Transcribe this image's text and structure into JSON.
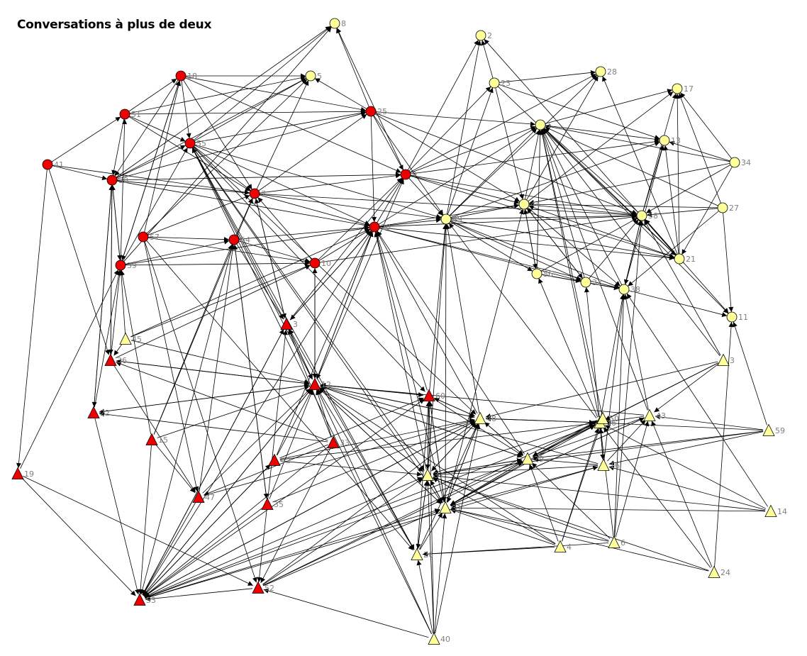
{
  "title": "Conversations à plus de deux",
  "colors": {
    "red": "#ee0000",
    "yellow": "#ffff99",
    "stroke": "#000000",
    "label": "#808080",
    "edge": "#000000"
  },
  "nodes": [
    {
      "id": "8",
      "shape": "circle",
      "color": "yellow"
    },
    {
      "id": "2",
      "shape": "circle",
      "color": "yellow"
    },
    {
      "id": "28",
      "shape": "circle",
      "color": "yellow"
    },
    {
      "id": "17",
      "shape": "circle",
      "color": "yellow"
    },
    {
      "id": "23",
      "shape": "circle",
      "color": "yellow"
    },
    {
      "id": "1",
      "shape": "circle",
      "color": "yellow"
    },
    {
      "id": "13",
      "shape": "circle",
      "color": "yellow"
    },
    {
      "id": "34",
      "shape": "circle",
      "color": "yellow"
    },
    {
      "id": "27",
      "shape": "circle",
      "color": "yellow"
    },
    {
      "id": "44",
      "shape": "circle",
      "color": "yellow"
    },
    {
      "id": "49",
      "shape": "circle",
      "color": "yellow"
    },
    {
      "id": "58",
      "shape": "circle",
      "color": "yellow"
    },
    {
      "id": "21",
      "shape": "circle",
      "color": "yellow"
    },
    {
      "id": "56",
      "shape": "circle",
      "color": "yellow"
    },
    {
      "id": "32",
      "shape": "circle",
      "color": "yellow"
    },
    {
      "id": "38",
      "shape": "circle",
      "color": "yellow"
    },
    {
      "id": "11",
      "shape": "circle",
      "color": "yellow"
    },
    {
      "id": "5",
      "shape": "circle",
      "color": "yellow"
    },
    {
      "id": "18",
      "shape": "circle",
      "color": "red"
    },
    {
      "id": "51",
      "shape": "circle",
      "color": "red"
    },
    {
      "id": "25",
      "shape": "circle",
      "color": "red"
    },
    {
      "id": "55",
      "shape": "circle",
      "color": "red"
    },
    {
      "id": "41",
      "shape": "circle",
      "color": "red"
    },
    {
      "id": "30",
      "shape": "circle",
      "color": "red"
    },
    {
      "id": "7",
      "shape": "circle",
      "color": "red"
    },
    {
      "id": "9",
      "shape": "circle",
      "color": "red"
    },
    {
      "id": "20",
      "shape": "circle",
      "color": "red"
    },
    {
      "id": "57",
      "shape": "circle",
      "color": "red"
    },
    {
      "id": "54",
      "shape": "circle",
      "color": "red"
    },
    {
      "id": "39",
      "shape": "circle",
      "color": "red"
    },
    {
      "id": "10",
      "shape": "circle",
      "color": "red"
    },
    {
      "id": "3",
      "shape": "triangle",
      "color": "red"
    },
    {
      "id": "36",
      "shape": "triangle",
      "color": "red"
    },
    {
      "id": "12",
      "shape": "triangle",
      "color": "red"
    },
    {
      "id": "60",
      "shape": "triangle",
      "color": "red"
    },
    {
      "id": "22",
      "shape": "triangle",
      "color": "red"
    },
    {
      "id": "15",
      "shape": "triangle",
      "color": "red"
    },
    {
      "id": "33",
      "shape": "triangle",
      "color": "red"
    },
    {
      "id": "19",
      "shape": "triangle",
      "color": "red"
    },
    {
      "id": "42",
      "shape": "triangle",
      "color": "red"
    },
    {
      "id": "47",
      "shape": "triangle",
      "color": "red"
    },
    {
      "id": "35",
      "shape": "triangle",
      "color": "red"
    },
    {
      "id": "53",
      "shape": "triangle",
      "color": "red"
    },
    {
      "id": "52",
      "shape": "triangle",
      "color": "red"
    },
    {
      "id": "46",
      "shape": "triangle",
      "color": "yellow"
    },
    {
      "id": "48",
      "shape": "triangle",
      "color": "yellow"
    },
    {
      "id": "50",
      "shape": "triangle",
      "color": "yellow"
    },
    {
      "id": "43",
      "shape": "triangle",
      "color": "yellow"
    },
    {
      "id": "59",
      "shape": "triangle",
      "color": "yellow"
    },
    {
      "id": "3b",
      "label": "3",
      "shape": "triangle",
      "color": "yellow"
    },
    {
      "id": "29",
      "shape": "triangle",
      "color": "yellow"
    },
    {
      "id": "16",
      "shape": "triangle",
      "color": "yellow"
    },
    {
      "id": "37",
      "shape": "triangle",
      "color": "yellow"
    },
    {
      "id": "31",
      "shape": "triangle",
      "color": "yellow"
    },
    {
      "id": "14",
      "shape": "triangle",
      "color": "yellow"
    },
    {
      "id": "26",
      "shape": "triangle",
      "color": "yellow"
    },
    {
      "id": "4",
      "shape": "triangle",
      "color": "yellow"
    },
    {
      "id": "6",
      "shape": "triangle",
      "color": "yellow"
    },
    {
      "id": "24",
      "shape": "triangle",
      "color": "yellow"
    },
    {
      "id": "45",
      "shape": "triangle",
      "color": "yellow"
    },
    {
      "id": "40",
      "shape": "triangle",
      "color": "yellow"
    }
  ],
  "edges": [
    [
      "18",
      "5"
    ],
    [
      "18",
      "25"
    ],
    [
      "18",
      "55"
    ],
    [
      "18",
      "7"
    ],
    [
      "18",
      "30"
    ],
    [
      "18",
      "39"
    ],
    [
      "18",
      "9"
    ],
    [
      "51",
      "18"
    ],
    [
      "51",
      "55"
    ],
    [
      "51",
      "30"
    ],
    [
      "51",
      "7"
    ],
    [
      "51",
      "25"
    ],
    [
      "51",
      "5"
    ],
    [
      "41",
      "51"
    ],
    [
      "41",
      "30"
    ],
    [
      "41",
      "19"
    ],
    [
      "41",
      "36"
    ],
    [
      "41",
      "7"
    ],
    [
      "30",
      "8"
    ],
    [
      "30",
      "5"
    ],
    [
      "30",
      "25"
    ],
    [
      "30",
      "7"
    ],
    [
      "30",
      "9"
    ],
    [
      "30",
      "39"
    ],
    [
      "30",
      "36"
    ],
    [
      "30",
      "22"
    ],
    [
      "30",
      "20"
    ],
    [
      "30",
      "55"
    ],
    [
      "39",
      "8"
    ],
    [
      "39",
      "18"
    ],
    [
      "39",
      "55"
    ],
    [
      "39",
      "51"
    ],
    [
      "39",
      "10"
    ],
    [
      "39",
      "20"
    ],
    [
      "39",
      "30"
    ],
    [
      "39",
      "54"
    ],
    [
      "57",
      "5"
    ],
    [
      "57",
      "18"
    ],
    [
      "57",
      "7"
    ],
    [
      "57",
      "10"
    ],
    [
      "57",
      "54"
    ],
    [
      "57",
      "47"
    ],
    [
      "57",
      "52"
    ],
    [
      "57",
      "26"
    ],
    [
      "55",
      "8"
    ],
    [
      "55",
      "5"
    ],
    [
      "55",
      "25"
    ],
    [
      "55",
      "7"
    ],
    [
      "55",
      "20"
    ],
    [
      "7",
      "5"
    ],
    [
      "7",
      "25"
    ],
    [
      "7",
      "9"
    ],
    [
      "7",
      "20"
    ],
    [
      "7",
      "49"
    ],
    [
      "7",
      "3"
    ],
    [
      "7",
      "58"
    ],
    [
      "54",
      "7"
    ],
    [
      "54",
      "10"
    ],
    [
      "54",
      "20"
    ],
    [
      "54",
      "3"
    ],
    [
      "54",
      "53"
    ],
    [
      "54",
      "35"
    ],
    [
      "10",
      "7"
    ],
    [
      "10",
      "9"
    ],
    [
      "10",
      "20"
    ],
    [
      "10",
      "12"
    ],
    [
      "10",
      "58"
    ],
    [
      "25",
      "8"
    ],
    [
      "25",
      "5"
    ],
    [
      "25",
      "9"
    ],
    [
      "25",
      "20"
    ],
    [
      "25",
      "44"
    ],
    [
      "25",
      "1"
    ],
    [
      "25",
      "49"
    ],
    [
      "25",
      "58"
    ],
    [
      "9",
      "8"
    ],
    [
      "9",
      "2"
    ],
    [
      "9",
      "23"
    ],
    [
      "9",
      "49"
    ],
    [
      "9",
      "21"
    ],
    [
      "9",
      "44"
    ],
    [
      "9",
      "58"
    ],
    [
      "9",
      "13"
    ],
    [
      "9",
      "1"
    ],
    [
      "9",
      "28"
    ],
    [
      "20",
      "9"
    ],
    [
      "20",
      "49"
    ],
    [
      "20",
      "58"
    ],
    [
      "20",
      "44"
    ],
    [
      "20",
      "21"
    ],
    [
      "20",
      "1"
    ],
    [
      "20",
      "32"
    ],
    [
      "20",
      "38"
    ],
    [
      "20",
      "12"
    ],
    [
      "20",
      "3"
    ],
    [
      "49",
      "2"
    ],
    [
      "49",
      "23"
    ],
    [
      "49",
      "21"
    ],
    [
      "49",
      "44"
    ],
    [
      "49",
      "58"
    ],
    [
      "49",
      "1"
    ],
    [
      "49",
      "56"
    ],
    [
      "49",
      "32"
    ],
    [
      "49",
      "38"
    ],
    [
      "49",
      "13"
    ],
    [
      "49",
      "28"
    ],
    [
      "23",
      "2"
    ],
    [
      "23",
      "28"
    ],
    [
      "23",
      "21"
    ],
    [
      "23",
      "44"
    ],
    [
      "23",
      "13"
    ],
    [
      "21",
      "2"
    ],
    [
      "21",
      "28"
    ],
    [
      "21",
      "17"
    ],
    [
      "21",
      "13"
    ],
    [
      "21",
      "44"
    ],
    [
      "21",
      "58"
    ],
    [
      "21",
      "1"
    ],
    [
      "44",
      "28"
    ],
    [
      "44",
      "17"
    ],
    [
      "44",
      "58"
    ],
    [
      "44",
      "1"
    ],
    [
      "44",
      "56"
    ],
    [
      "44",
      "32"
    ],
    [
      "44",
      "38"
    ],
    [
      "58",
      "17"
    ],
    [
      "58",
      "13"
    ],
    [
      "58",
      "1"
    ],
    [
      "58",
      "38"
    ],
    [
      "58",
      "11"
    ],
    [
      "34",
      "17"
    ],
    [
      "34",
      "13"
    ],
    [
      "34",
      "58"
    ],
    [
      "34",
      "1"
    ],
    [
      "34",
      "44"
    ],
    [
      "34",
      "21"
    ],
    [
      "27",
      "17"
    ],
    [
      "27",
      "58"
    ],
    [
      "27",
      "1"
    ],
    [
      "27",
      "11"
    ],
    [
      "27",
      "44"
    ],
    [
      "27",
      "38"
    ],
    [
      "56",
      "32"
    ],
    [
      "56",
      "38"
    ],
    [
      "56",
      "1"
    ],
    [
      "56",
      "58"
    ],
    [
      "56",
      "44"
    ],
    [
      "32",
      "38"
    ],
    [
      "32",
      "1"
    ],
    [
      "32",
      "58"
    ],
    [
      "32",
      "44"
    ],
    [
      "38",
      "1"
    ],
    [
      "38",
      "58"
    ],
    [
      "38",
      "11"
    ],
    [
      "38",
      "13"
    ],
    [
      "1",
      "11"
    ],
    [
      "1",
      "13"
    ],
    [
      "1",
      "17"
    ],
    [
      "3",
      "9"
    ],
    [
      "3",
      "20"
    ],
    [
      "3",
      "12"
    ],
    [
      "3",
      "55"
    ],
    [
      "3",
      "7"
    ],
    [
      "3",
      "53"
    ],
    [
      "36",
      "39"
    ],
    [
      "36",
      "30"
    ],
    [
      "36",
      "10"
    ],
    [
      "36",
      "12"
    ],
    [
      "36",
      "47"
    ],
    [
      "12",
      "20"
    ],
    [
      "12",
      "3"
    ],
    [
      "12",
      "9"
    ],
    [
      "12",
      "60"
    ],
    [
      "12",
      "10"
    ],
    [
      "12",
      "36"
    ],
    [
      "12",
      "22"
    ],
    [
      "12",
      "53"
    ],
    [
      "12",
      "31"
    ],
    [
      "12",
      "37"
    ],
    [
      "12",
      "48"
    ],
    [
      "12",
      "29"
    ],
    [
      "60",
      "20"
    ],
    [
      "60",
      "12"
    ],
    [
      "60",
      "48"
    ],
    [
      "60",
      "37"
    ],
    [
      "60",
      "31"
    ],
    [
      "60",
      "49"
    ],
    [
      "60",
      "29"
    ],
    [
      "22",
      "30"
    ],
    [
      "22",
      "39"
    ],
    [
      "22",
      "12"
    ],
    [
      "22",
      "53"
    ],
    [
      "15",
      "54"
    ],
    [
      "15",
      "12"
    ],
    [
      "15",
      "53"
    ],
    [
      "15",
      "47"
    ],
    [
      "15",
      "7"
    ],
    [
      "15",
      "39"
    ],
    [
      "53",
      "3"
    ],
    [
      "53",
      "12"
    ],
    [
      "53",
      "20"
    ],
    [
      "53",
      "60"
    ],
    [
      "53",
      "42"
    ],
    [
      "53",
      "48"
    ],
    [
      "53",
      "29"
    ],
    [
      "53",
      "37"
    ],
    [
      "53",
      "31"
    ],
    [
      "53",
      "46"
    ],
    [
      "53",
      "16"
    ],
    [
      "42",
      "20"
    ],
    [
      "42",
      "12"
    ],
    [
      "42",
      "60"
    ],
    [
      "42",
      "53"
    ],
    [
      "42",
      "48"
    ],
    [
      "42",
      "37"
    ],
    [
      "42",
      "46"
    ],
    [
      "19",
      "53"
    ],
    [
      "19",
      "39"
    ],
    [
      "19",
      "52"
    ],
    [
      "47",
      "53"
    ],
    [
      "47",
      "12"
    ],
    [
      "47",
      "54"
    ],
    [
      "47",
      "48"
    ],
    [
      "35",
      "54"
    ],
    [
      "35",
      "53"
    ],
    [
      "35",
      "12"
    ],
    [
      "35",
      "52"
    ],
    [
      "35",
      "48"
    ],
    [
      "35",
      "3"
    ],
    [
      "52",
      "53"
    ],
    [
      "52",
      "37"
    ],
    [
      "52",
      "31"
    ],
    [
      "52",
      "50"
    ],
    [
      "52",
      "48"
    ],
    [
      "52",
      "29"
    ],
    [
      "33",
      "52"
    ],
    [
      "33",
      "53"
    ],
    [
      "33",
      "12"
    ],
    [
      "33",
      "36"
    ],
    [
      "33",
      "22"
    ],
    [
      "33",
      "47"
    ],
    [
      "33",
      "3"
    ],
    [
      "45",
      "10"
    ],
    [
      "45",
      "20"
    ],
    [
      "45",
      "12"
    ],
    [
      "45",
      "36"
    ],
    [
      "45",
      "39"
    ],
    [
      "48",
      "20"
    ],
    [
      "48",
      "49"
    ],
    [
      "48",
      "60"
    ],
    [
      "48",
      "12"
    ],
    [
      "48",
      "53"
    ],
    [
      "48",
      "46"
    ],
    [
      "48",
      "29"
    ],
    [
      "48",
      "31"
    ],
    [
      "48",
      "37"
    ],
    [
      "46",
      "49"
    ],
    [
      "46",
      "56"
    ],
    [
      "46",
      "32"
    ],
    [
      "46",
      "38"
    ],
    [
      "46",
      "1"
    ],
    [
      "46",
      "48"
    ],
    [
      "46",
      "29"
    ],
    [
      "46",
      "50"
    ],
    [
      "46",
      "16"
    ],
    [
      "50",
      "29"
    ],
    [
      "50",
      "37"
    ],
    [
      "50",
      "31"
    ],
    [
      "50",
      "46"
    ],
    [
      "50",
      "1"
    ],
    [
      "43",
      "46"
    ],
    [
      "43",
      "38"
    ],
    [
      "43",
      "1"
    ],
    [
      "43",
      "29"
    ],
    [
      "43",
      "31"
    ],
    [
      "43",
      "12"
    ],
    [
      "59",
      "46"
    ],
    [
      "59",
      "43"
    ],
    [
      "59",
      "16"
    ],
    [
      "59",
      "29"
    ],
    [
      "59",
      "37"
    ],
    [
      "59",
      "11"
    ],
    [
      "3b",
      "46"
    ],
    [
      "3b",
      "43"
    ],
    [
      "3b",
      "48"
    ],
    [
      "3b",
      "29"
    ],
    [
      "3b",
      "1"
    ],
    [
      "3b",
      "58"
    ],
    [
      "29",
      "20"
    ],
    [
      "29",
      "12"
    ],
    [
      "29",
      "37"
    ],
    [
      "29",
      "31"
    ],
    [
      "29",
      "48"
    ],
    [
      "29",
      "46"
    ],
    [
      "16",
      "46"
    ],
    [
      "16",
      "43"
    ],
    [
      "16",
      "29"
    ],
    [
      "16",
      "31"
    ],
    [
      "16",
      "37"
    ],
    [
      "16",
      "38"
    ],
    [
      "16",
      "12"
    ],
    [
      "37",
      "20"
    ],
    [
      "37",
      "12"
    ],
    [
      "37",
      "60"
    ],
    [
      "37",
      "26"
    ],
    [
      "37",
      "48"
    ],
    [
      "37",
      "29"
    ],
    [
      "37",
      "31"
    ],
    [
      "37",
      "49"
    ],
    [
      "31",
      "20"
    ],
    [
      "31",
      "12"
    ],
    [
      "31",
      "60"
    ],
    [
      "31",
      "37"
    ],
    [
      "31",
      "48"
    ],
    [
      "31",
      "29"
    ],
    [
      "31",
      "46"
    ],
    [
      "31",
      "43"
    ],
    [
      "31",
      "49"
    ],
    [
      "31",
      "44"
    ],
    [
      "14",
      "46"
    ],
    [
      "14",
      "31"
    ],
    [
      "14",
      "16"
    ],
    [
      "14",
      "37"
    ],
    [
      "14",
      "38"
    ],
    [
      "26",
      "12"
    ],
    [
      "26",
      "37"
    ],
    [
      "26",
      "31"
    ],
    [
      "26",
      "48"
    ],
    [
      "26",
      "3"
    ],
    [
      "26",
      "60"
    ],
    [
      "4",
      "31"
    ],
    [
      "4",
      "29"
    ],
    [
      "4",
      "46"
    ],
    [
      "4",
      "37"
    ],
    [
      "4",
      "26"
    ],
    [
      "4",
      "12"
    ],
    [
      "4",
      "50"
    ],
    [
      "6",
      "31"
    ],
    [
      "6",
      "46"
    ],
    [
      "6",
      "43"
    ],
    [
      "6",
      "58"
    ],
    [
      "6",
      "38"
    ],
    [
      "6",
      "29"
    ],
    [
      "6",
      "37"
    ],
    [
      "6",
      "26"
    ],
    [
      "24",
      "31"
    ],
    [
      "24",
      "43"
    ],
    [
      "24",
      "46"
    ],
    [
      "24",
      "11"
    ],
    [
      "24",
      "37"
    ],
    [
      "40",
      "31"
    ],
    [
      "40",
      "12"
    ],
    [
      "40",
      "52"
    ],
    [
      "40",
      "60"
    ],
    [
      "40",
      "26"
    ],
    [
      "40",
      "55"
    ],
    [
      "40",
      "48"
    ],
    [
      "40",
      "37"
    ],
    [
      "55",
      "60"
    ],
    [
      "55",
      "49"
    ],
    [
      "55",
      "37"
    ],
    [
      "55",
      "31"
    ],
    [
      "55",
      "48"
    ],
    [
      "55",
      "12"
    ],
    [
      "55",
      "26"
    ]
  ]
}
